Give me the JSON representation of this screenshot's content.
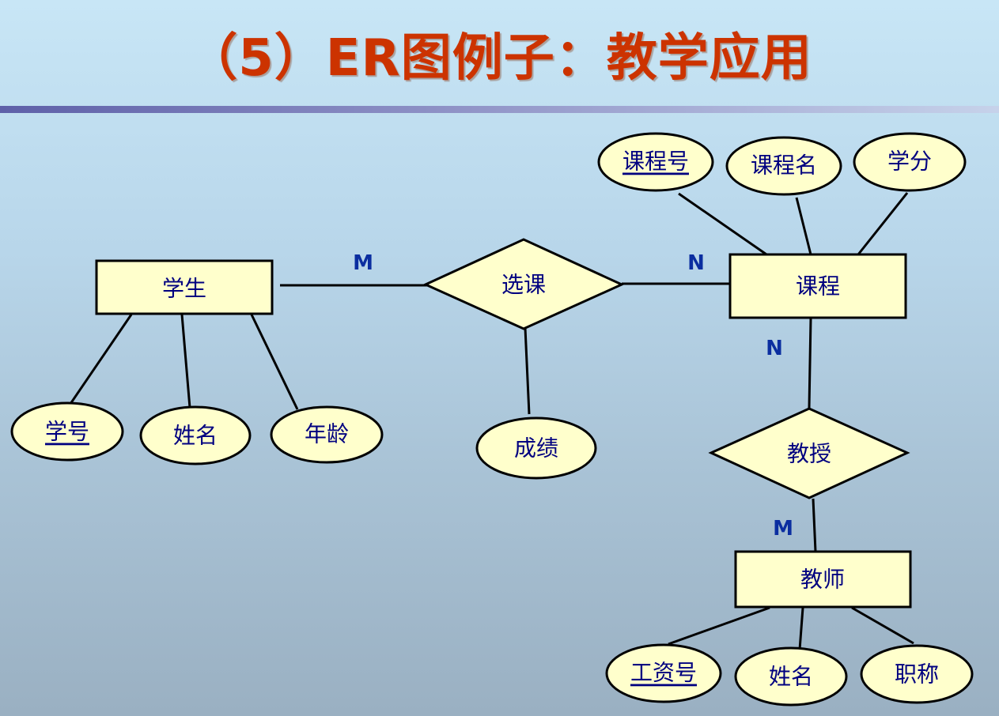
{
  "title": "（5）ER图例子：教学应用",
  "colors": {
    "title": "#cc3300",
    "shape_fill": "#ffffcc",
    "shape_stroke": "#000000",
    "text": "#000080",
    "cardinality": "#0b2ea0"
  },
  "entities": {
    "student": "学生",
    "course": "课程",
    "teacher": "教师"
  },
  "relationships": {
    "select_course": "选课",
    "teach": "教授"
  },
  "attributes": {
    "student_id": "学号",
    "student_name": "姓名",
    "student_age": "年龄",
    "grade": "成绩",
    "course_id": "课程号",
    "course_name": "课程名",
    "credit": "学分",
    "salary_id": "工资号",
    "teacher_name": "姓名",
    "title_rank": "职称"
  },
  "cardinalities": {
    "student_select": "M",
    "select_course": "N",
    "course_teach": "N",
    "teach_teacher": "M"
  }
}
